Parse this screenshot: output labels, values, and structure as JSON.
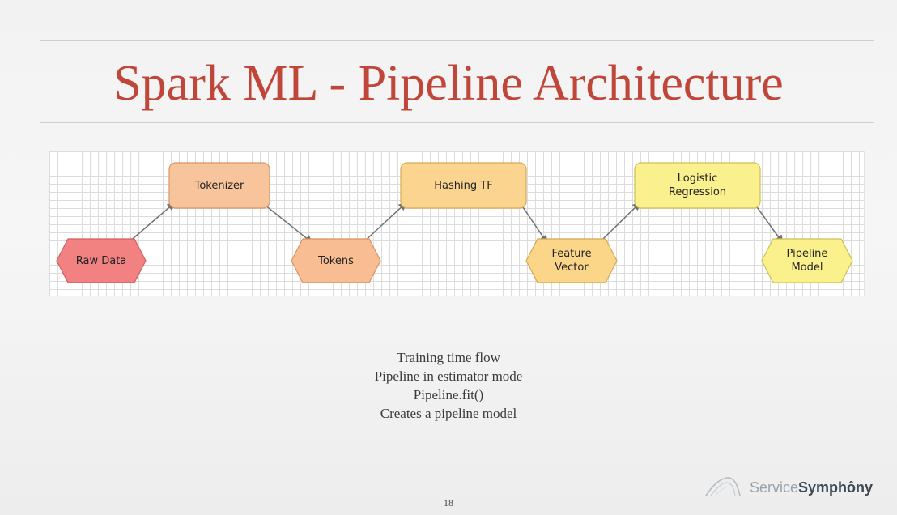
{
  "slide": {
    "title": "Spark ML - Pipeline Architecture",
    "page_number": "18"
  },
  "diagram": {
    "stages": [
      {
        "id": "tokenizer",
        "lines": [
          "Tokenizer"
        ],
        "fill": "#f8c49c",
        "stroke": "#d9956a"
      },
      {
        "id": "hashing-tf",
        "lines": [
          "Hashing TF"
        ],
        "fill": "#fbd590",
        "stroke": "#d6aa52"
      },
      {
        "id": "logistic-regression",
        "lines": [
          "Logistic",
          "Regression"
        ],
        "fill": "#fbf08e",
        "stroke": "#cdbf52"
      }
    ],
    "data_nodes": [
      {
        "id": "raw-data",
        "lines": [
          "Raw Data"
        ],
        "fill": "#f28282",
        "stroke": "#d55d5d"
      },
      {
        "id": "tokens",
        "lines": [
          "Tokens"
        ],
        "fill": "#f8bd92",
        "stroke": "#d8925f"
      },
      {
        "id": "feature-vector",
        "lines": [
          "Feature",
          "Vector"
        ],
        "fill": "#fbd588",
        "stroke": "#d5a74f"
      },
      {
        "id": "pipeline-model",
        "lines": [
          "Pipeline",
          "Model"
        ],
        "fill": "#fbf18c",
        "stroke": "#cdbf52"
      }
    ],
    "flow": [
      "raw-data",
      "tokenizer",
      "tokens",
      "hashing-tf",
      "feature-vector",
      "logistic-regression",
      "pipeline-model"
    ],
    "arrow_color": "#707070"
  },
  "caption": {
    "lines": [
      "Training time flow",
      "Pipeline in estimator mode",
      "Pipeline.fit()",
      "Creates a pipeline model"
    ]
  },
  "logo": {
    "icon": "mountain-arc-logo-icon",
    "text_light": "Service",
    "text_bold": "Symphôny"
  }
}
